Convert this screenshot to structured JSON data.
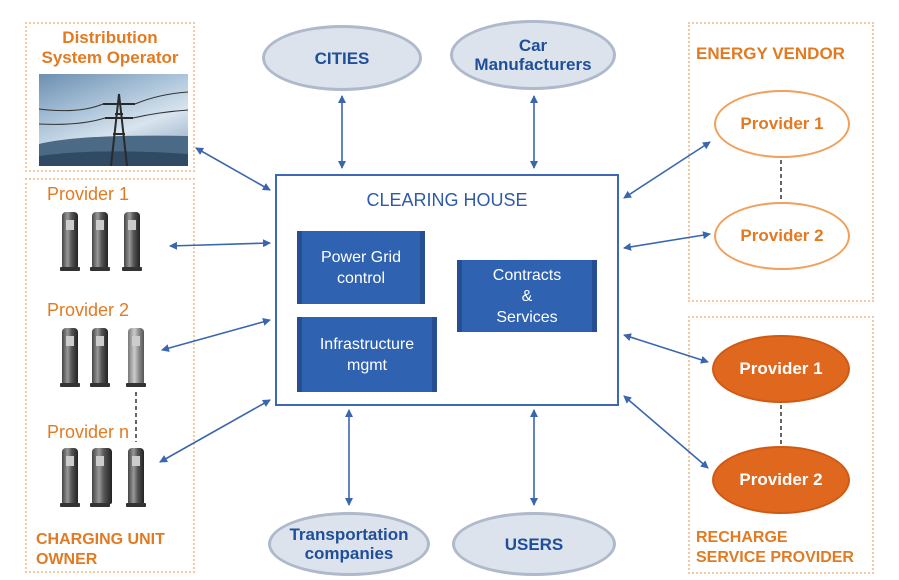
{
  "dso": {
    "title_line1": "Distribution",
    "title_line2": "System Operator"
  },
  "charging_owner": {
    "providers": [
      "Provider 1",
      "Provider 2",
      "Provider n"
    ],
    "title_line1": "CHARGING UNIT",
    "title_line2": "OWNER"
  },
  "top_nodes": {
    "cities": "CITIES",
    "car_line1": "Car",
    "car_line2": "Manufacturers"
  },
  "bottom_nodes": {
    "transport_line1": "Transportation",
    "transport_line2": "companies",
    "users": "USERS"
  },
  "clearing_house": {
    "title": "CLEARING HOUSE",
    "power_line1": "Power Grid",
    "power_line2": "control",
    "infra_line1": "Infrastructure",
    "infra_line2": "mgmt",
    "contracts_line1": "Contracts",
    "contracts_line2": "&",
    "contracts_line3": "Services"
  },
  "energy_vendor": {
    "title": "ENERGY VENDOR",
    "provider1": "Provider 1",
    "provider2": "Provider 2"
  },
  "recharge": {
    "provider1": "Provider 1",
    "provider2": "Provider 2",
    "title_line1": "RECHARGE",
    "title_line2": "SERVICE PROVIDER"
  },
  "colors": {
    "orange": "#e27a22",
    "orange_fill": "#e0681e",
    "blue": "#2f62b0",
    "arrow": "#3a66b0"
  }
}
